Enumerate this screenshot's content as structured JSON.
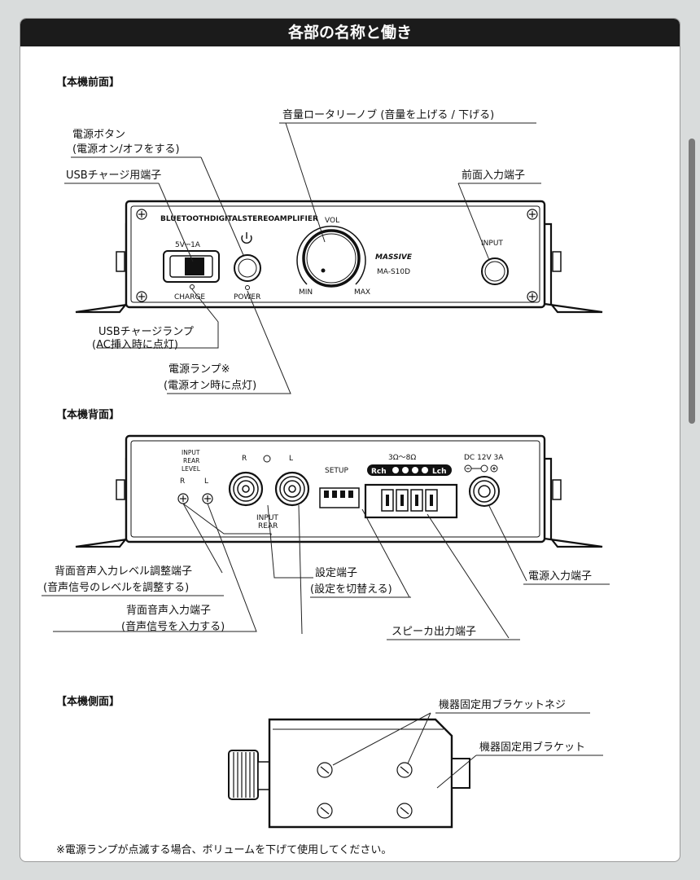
{
  "page": {
    "title": "各部の名称と働き",
    "footnote": "※電源ランプが点滅する場合、ボリュームを下げて使用してください。"
  },
  "front": {
    "heading": "【本機前面】",
    "callouts": {
      "volume_knob": "音量ロータリーノブ (音量を上げる / 下げる)",
      "power_button_1": "電源ボタン",
      "power_button_2": "(電源オン/オフをする)",
      "usb_port": "USBチャージ用端子",
      "front_input": "前面入力端子",
      "usb_lamp_1": "USBチャージランプ",
      "usb_lamp_2": "(AC挿入時に点灯)",
      "power_lamp_1": "電源ランプ※",
      "power_lamp_2": "(電源オン時に点灯)"
    },
    "panel": {
      "model_line": "BLUETOOTHDIGITALSTEREOAMPLIFIER",
      "usb_rating": "5V⎓1A",
      "charge": "CHARGE",
      "power": "POWER",
      "vol": "VOL",
      "min": "MIN",
      "max": "MAX",
      "brand": "MASSIVE",
      "model": "MA-S10D",
      "input": "INPUT"
    }
  },
  "rear": {
    "heading": "【本機背面】",
    "callouts": {
      "level_adj_1": "背面音声入力レベル調整端子",
      "level_adj_2": "(音声信号のレベルを調整する)",
      "rear_input_1": "背面音声入力端子",
      "rear_input_2": "(音声信号を入力する)",
      "setup_1": "設定端子",
      "setup_2": "(設定を切替える)",
      "speaker_out": "スピーカ出力端子",
      "dc_in": "電源入力端子"
    },
    "panel": {
      "input_rear_level_1": "INPUT",
      "input_rear_level_2": "REAR",
      "input_rear_level_3": "LEVEL",
      "r": "R",
      "l": "L",
      "input_rear_1": "INPUT",
      "input_rear_2": "REAR",
      "setup": "SETUP",
      "impedance": "3Ω〜8Ω",
      "rch": "Rch",
      "lch": "Lch",
      "dc_rating": "DC 12V 3A"
    }
  },
  "side": {
    "heading": "【本機側面】",
    "callouts": {
      "bracket_screw": "機器固定用ブラケットネジ",
      "bracket": "機器固定用ブラケット"
    }
  }
}
